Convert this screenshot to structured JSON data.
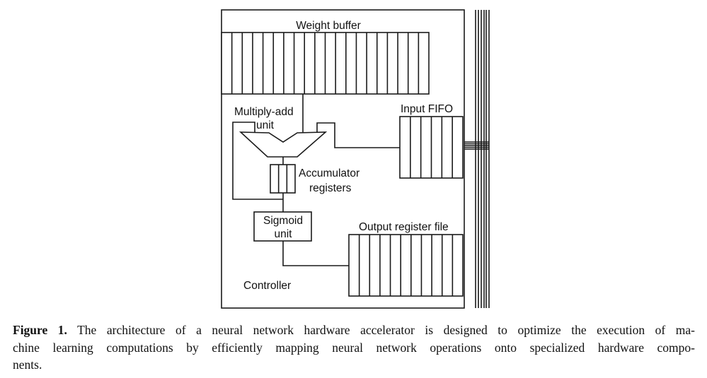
{
  "diagram": {
    "labels": {
      "weight_buffer": "Weight buffer",
      "mac_line1": "Multiply-add",
      "mac_line2": "unit",
      "input_fifo": "Input FIFO",
      "acc_line1": "Accumulator",
      "acc_line2": "registers",
      "sigmoid_line1": "Sigmoid",
      "sigmoid_line2": "unit",
      "output_reg": "Output register file",
      "controller": "Controller"
    }
  },
  "caption": {
    "label": "Figure 1.",
    "line1": " The architecture of a neural network hardware accelerator is designed to optimize the execution of ma-",
    "line2": "chine learning computations by efficiently mapping neural network operations onto specialized hardware compo-",
    "line3": "nents."
  }
}
